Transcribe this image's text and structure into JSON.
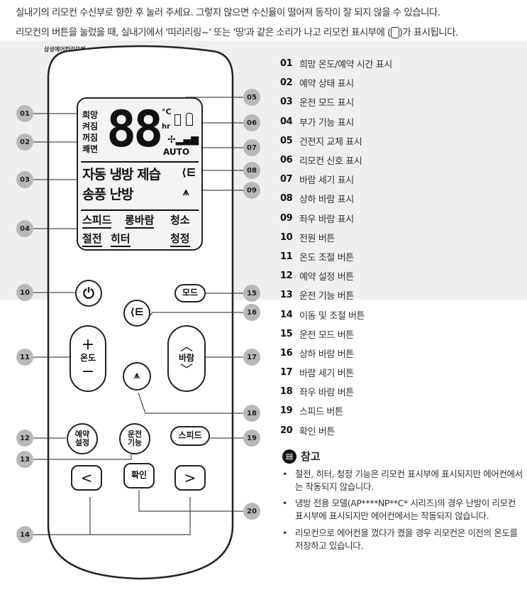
{
  "intro": {
    "line1": "실내기의 리모컨 수신부로 향한 후 눌러 주세요. 그렇지 않으면 수신율이 떨어져 동작이 잘 되지 않을 수 있습니다.",
    "line2a": "리모컨의 버튼을 눌렀을 때, 실내기에서 '띠리리링~' 또는 '띵'과 같은 소리가 나고 리모컨 표시부에 (",
    "line2b": ")가 표시됩니다."
  },
  "caption": "삼성에어컨리모컨",
  "lcd": {
    "hope": "희망",
    "on": "켜짐",
    "off": "꺼짐",
    "sleep": "쾌면",
    "digits": "88",
    "celsius": "°C",
    "hr": "hr",
    "auto": "AUTO",
    "mode1": "자동 냉방 제습",
    "mode2": "송풍 난방",
    "f1": "스피드",
    "f2": "롱바람",
    "f3": "청소",
    "f4": "절전",
    "f5": "히터",
    "f6": "청정"
  },
  "buttons": {
    "mode": "모드",
    "plus": "+",
    "temp": "온도",
    "minus": "−",
    "wind": "바람",
    "reserve": "예약\n설정",
    "func": "운전\n기능",
    "speed": "스피드",
    "left": "<",
    "ok": "확인",
    "right": ">"
  },
  "callouts": [
    "01",
    "02",
    "03",
    "04",
    "05",
    "06",
    "07",
    "08",
    "09",
    "10",
    "11",
    "12",
    "13",
    "14",
    "15",
    "16",
    "17",
    "18",
    "19",
    "20"
  ],
  "list": [
    {
      "n": "01",
      "t": "희망 온도/예약 시간 표시"
    },
    {
      "n": "02",
      "t": "예약 상태 표시"
    },
    {
      "n": "03",
      "t": "운전 모드 표시"
    },
    {
      "n": "04",
      "t": "부가 기능 표시"
    },
    {
      "n": "05",
      "t": "건전지 교체 표시"
    },
    {
      "n": "06",
      "t": "리모컨 신호 표시"
    },
    {
      "n": "07",
      "t": "바람 세기 표시"
    },
    {
      "n": "08",
      "t": "상하 바람 표시"
    },
    {
      "n": "09",
      "t": "좌우 바람 표시"
    },
    {
      "n": "10",
      "t": "전원 버튼"
    },
    {
      "n": "11",
      "t": "온도 조절 버튼"
    },
    {
      "n": "12",
      "t": "예약 설정 버튼"
    },
    {
      "n": "13",
      "t": "운전 기능 버튼"
    },
    {
      "n": "14",
      "t": "이동 및 조절 버튼"
    },
    {
      "n": "15",
      "t": "운전 모드 버튼"
    },
    {
      "n": "16",
      "t": "상하 바람 버튼"
    },
    {
      "n": "17",
      "t": "바람 세기 버튼"
    },
    {
      "n": "18",
      "t": "좌우 바람 버튼"
    },
    {
      "n": "19",
      "t": "스피드 버튼"
    },
    {
      "n": "20",
      "t": "확인 버튼"
    }
  ],
  "note": {
    "title": "참고",
    "items": [
      "절전, 히터, 청정 기능은 리모컨 표시부에 표시되지만 에어컨에서는 작동되지 않습니다.",
      "냉방 전용 모델(AP****NP**C* 시리즈)의 경우 난방이 리모컨 표시부에 표시되지만 에어컨에서는 작동되지 않습니다.",
      "리모컨으로 에어컨을 껐다가 켰을 경우 리모컨은 이전의 온도를 저장하고 있습니다."
    ]
  }
}
